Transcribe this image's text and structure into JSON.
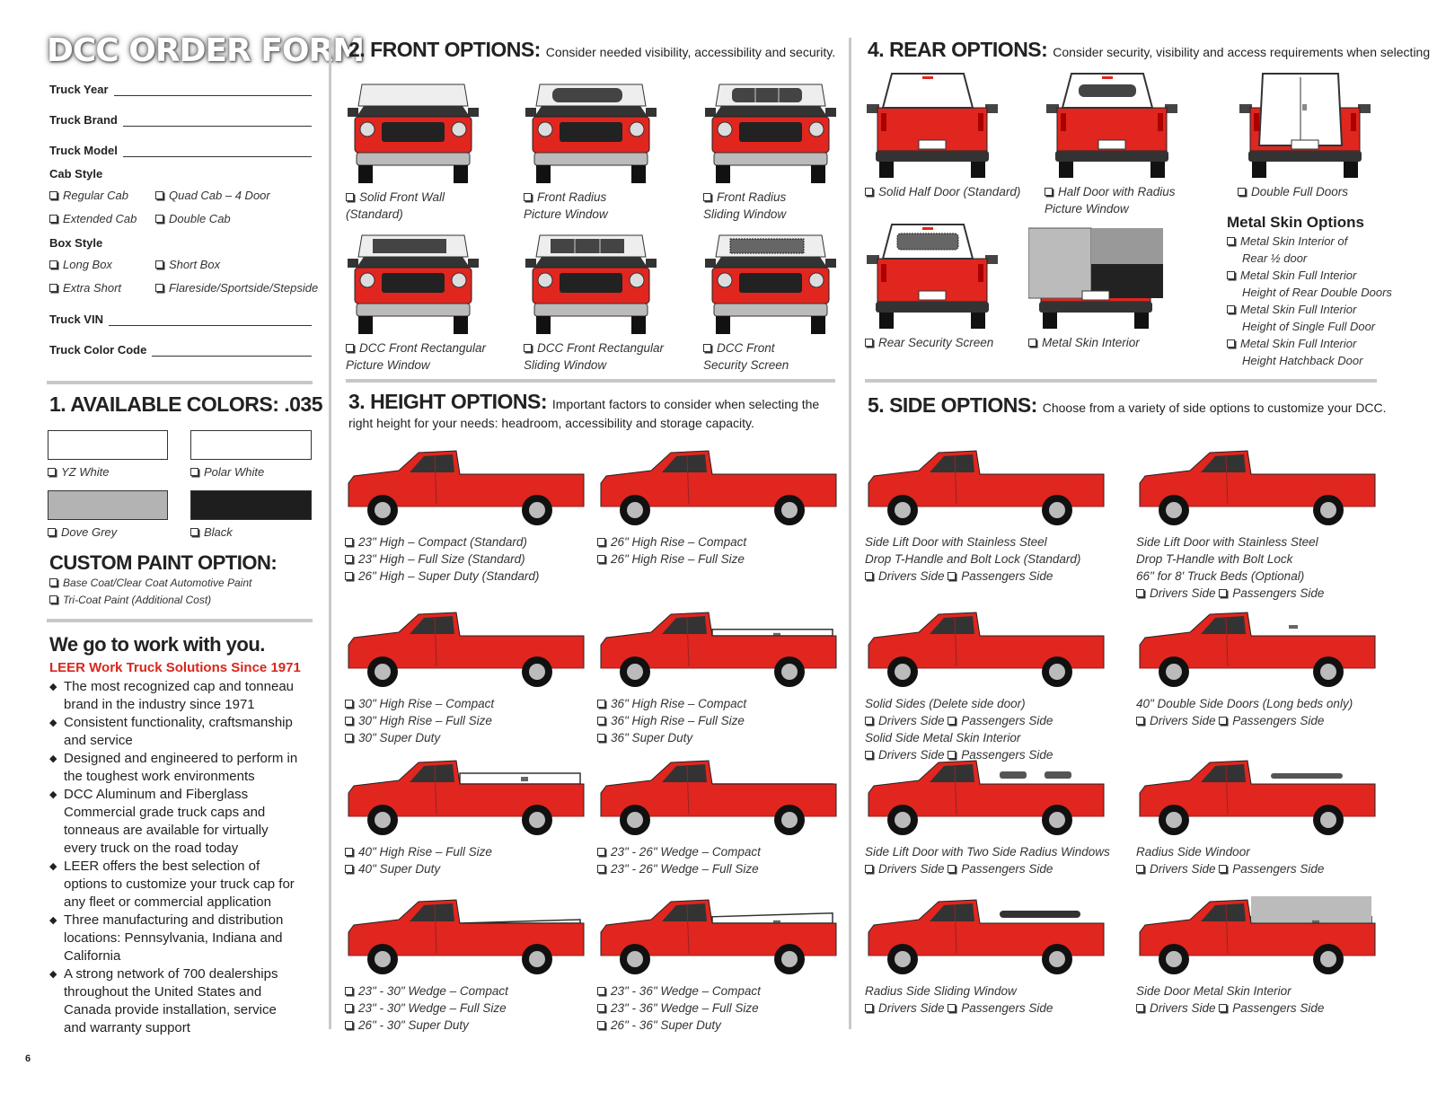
{
  "left": {
    "title": "DCC ORDER FORM",
    "fields": {
      "year": "Truck Year",
      "brand": "Truck Brand",
      "model": "Truck Model",
      "vin": "Truck VIN",
      "color_code": "Truck Color Code"
    },
    "cab_style": {
      "label": "Cab Style",
      "options": [
        "Regular Cab",
        "Quad Cab – 4 Door",
        "Extended Cab",
        "Double Cab"
      ]
    },
    "box_style": {
      "label": "Box Style",
      "options": [
        "Long Box",
        "Short Box",
        "Extra Short",
        "Flareside/Sportside/Stepside"
      ]
    },
    "colors": {
      "title": "1. AVAILABLE COLORS: .035",
      "swatches": [
        {
          "label": "YZ White",
          "color": "#ffffff"
        },
        {
          "label": "Polar White",
          "color": "#ffffff"
        },
        {
          "label": "Dove Grey",
          "color": "#b3b3b3"
        },
        {
          "label": "Black",
          "color": "#1e1e1e"
        }
      ]
    },
    "custom_paint": {
      "title": "CUSTOM PAINT OPTION:",
      "options": [
        "Base Coat/Clear Coat Automotive Paint",
        "Tri-Coat Paint (Additional Cost)"
      ]
    },
    "promo": {
      "heading": "We go to work with you.",
      "subheading": "LEER Work Truck Solutions Since 1971",
      "bullets": [
        "The most recognized cap and tonneau brand in the industry since 1971",
        "Consistent functionality, craftsmanship and service",
        "Designed and engineered to perform in the toughest work environments",
        "DCC Aluminum and Fiberglass Commercial grade truck caps and tonneaus are available for virtually every truck on the road today",
        "LEER offers the best selection of options to customize your truck cap for any fleet or commercial application",
        "Three manufacturing and distribution locations: Pennsylvania, Indiana and California",
        "A strong network of 700 dealerships throughout the United States and Canada provide installation, service and warranty support"
      ]
    },
    "page_number": "6"
  },
  "front": {
    "title": "2. FRONT OPTIONS:",
    "desc": "Consider needed visibility, accessibility and security.",
    "items": [
      {
        "lines": [
          "Solid Front Wall",
          "(Standard)"
        ],
        "win": "solid"
      },
      {
        "lines": [
          "Front Radius",
          "Picture Window"
        ],
        "win": "radius"
      },
      {
        "lines": [
          "Front Radius",
          "Sliding Window"
        ],
        "win": "slide"
      },
      {
        "lines": [
          "DCC Front Rectangular",
          "Picture Window"
        ],
        "win": "rect"
      },
      {
        "lines": [
          "DCC Front Rectangular",
          "Sliding Window"
        ],
        "win": "rectslide"
      },
      {
        "lines": [
          "DCC Front",
          "Security Screen"
        ],
        "win": "screen"
      }
    ]
  },
  "rear": {
    "title": "4. REAR OPTIONS:",
    "desc": "Consider security, visibility and access requirements when selecting",
    "items": [
      {
        "lines": [
          "Solid Half Door (Standard)"
        ],
        "win": "solid"
      },
      {
        "lines": [
          "Half Door with Radius",
          "Picture Window"
        ],
        "win": "radius"
      },
      {
        "lines": [
          "Double Full Doors"
        ],
        "win": "double"
      },
      {
        "lines": [
          "Rear Security Screen"
        ],
        "win": "screen"
      },
      {
        "lines": [
          "Metal Skin Interior"
        ],
        "win": "metal"
      }
    ],
    "metal_skin": {
      "title": "Metal Skin Options",
      "options": [
        [
          "Metal Skin Interior of",
          "Rear ½ door"
        ],
        [
          "Metal Skin Full Interior",
          "Height of Rear Double Doors"
        ],
        [
          "Metal Skin Full Interior",
          "Height of Single Full Door"
        ],
        [
          "Metal Skin Full Interior",
          "Height Hatchback Door"
        ]
      ]
    }
  },
  "height": {
    "title": "3. HEIGHT OPTIONS:",
    "desc": "Important factors to consider when selecting the right height for your needs: headroom, accessibility and storage capacity.",
    "items": [
      {
        "cb": [
          "23\" High – Compact (Standard)",
          "23\" High – Full Size (Standard)",
          "26\" High – Super Duty (Standard)"
        ],
        "h": 23
      },
      {
        "cb": [
          "26\" High Rise – Compact",
          "26\" High Rise – Full Size"
        ],
        "h": 26
      },
      {
        "cb": [
          "30\" High Rise – Compact",
          "30\" High Rise – Full Size",
          "30\" Super Duty"
        ],
        "h": 30
      },
      {
        "cb": [
          "36\" High Rise – Compact",
          "36\" High Rise – Full Size",
          "36\" Super Duty"
        ],
        "h": 36
      },
      {
        "cb": [
          "40\" High Rise – Full Size",
          "40\" Super Duty"
        ],
        "h": 40
      },
      {
        "cb": [
          "23\" - 26\" Wedge – Compact",
          "23\" - 26\" Wedge – Full Size"
        ],
        "h": 26,
        "wedge": true
      },
      {
        "cb": [
          "23\" - 30\" Wedge – Compact",
          "23\" - 30\" Wedge – Full Size",
          "26\" - 30\" Super Duty"
        ],
        "h": 30,
        "wedge": true
      },
      {
        "cb": [
          "23\" - 36\" Wedge – Compact",
          "23\" - 36\" Wedge – Full Size",
          "26\" - 36\" Super Duty"
        ],
        "h": 36,
        "wedge": true
      }
    ]
  },
  "side": {
    "title": "5. SIDE OPTIONS:",
    "desc": "Choose from a variety of side options to customize your DCC.",
    "items": [
      {
        "rows": [
          {
            "t": "Side Lift Door with Stainless Steel"
          },
          {
            "t": "Drop T-Handle and Bolt Lock (Standard)"
          },
          {
            "o": [
              "Drivers Side",
              "Passengers Side"
            ]
          }
        ]
      },
      {
        "rows": [
          {
            "t": "Side Lift Door with Stainless Steel"
          },
          {
            "t": "Drop T-Handle with Bolt Lock"
          },
          {
            "t": "66\" for 8' Truck Beds (Optional)"
          },
          {
            "o": [
              "Drivers Side",
              "Passengers Side"
            ]
          }
        ]
      },
      {
        "rows": [
          {
            "t": "Solid Sides (Delete side door)"
          },
          {
            "o": [
              "Drivers Side",
              "Passengers Side"
            ]
          },
          {
            "t": "Solid Side Metal Skin Interior"
          },
          {
            "o": [
              "Drivers Side",
              "Passengers Side"
            ]
          }
        ]
      },
      {
        "rows": [
          {
            "t": "40\" Double Side Doors (Long beds only)"
          },
          {
            "o": [
              "Drivers Side",
              "Passengers Side"
            ]
          }
        ]
      },
      {
        "rows": [
          {
            "t": "Side Lift Door with Two Side Radius Windows"
          },
          {
            "o": [
              "Drivers Side",
              "Passengers Side"
            ]
          }
        ]
      },
      {
        "rows": [
          {
            "t": "Radius Side Windoor"
          },
          {
            "o": [
              "Drivers Side",
              "Passengers Side"
            ]
          }
        ]
      },
      {
        "rows": [
          {
            "t": "Radius Side Sliding Window"
          },
          {
            "o": [
              "Drivers Side",
              "Passengers Side"
            ]
          }
        ]
      },
      {
        "rows": [
          {
            "t": "Side Door Metal Skin Interior"
          },
          {
            "o": [
              "Drivers Side",
              "Passengers Side"
            ]
          }
        ]
      }
    ]
  },
  "colors": {
    "truck_red": "#e0261f",
    "accent_red": "#d9261c",
    "divider": "#c8c8c8"
  }
}
